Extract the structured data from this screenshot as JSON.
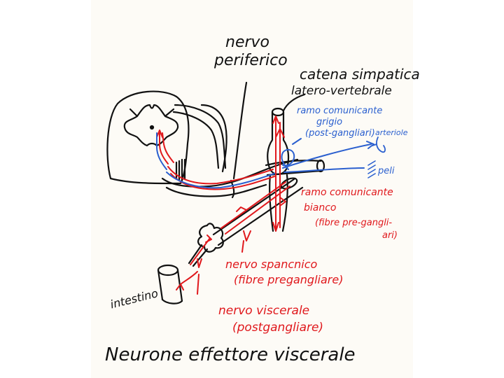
{
  "colors": {
    "ink": "#111111",
    "preganglionic": "#e0181c",
    "postganglionic": "#2a5fcf",
    "paper": "#fdfbf6"
  },
  "labels": {
    "nervo_line1": "nervo",
    "nervo_line2": "periferico",
    "catena_line1": "catena simpatica",
    "catena_line2": "latero-vertebrale",
    "ramo_grigio_line1": "ramo comunicante",
    "ramo_grigio_line2": "grigio",
    "ramo_grigio_line3": "(post-gangliari)",
    "arteriole": "arteriole",
    "peli": "peli",
    "ramo_bianco_line1": "ramo comunicante",
    "ramo_bianco_line2": "bianco",
    "ramo_bianco_line3": "(fibre pre-gangli-",
    "ramo_bianco_line4": "ari)",
    "splancnico_line1": "nervo spancnico",
    "splancnico_line2": "(fibre pregangliare)",
    "viscerale_line1": "nervo viscerale",
    "viscerale_line2": "(postgangliare)",
    "intestino": "intestino",
    "title": "Neurone effettore viscerale"
  }
}
